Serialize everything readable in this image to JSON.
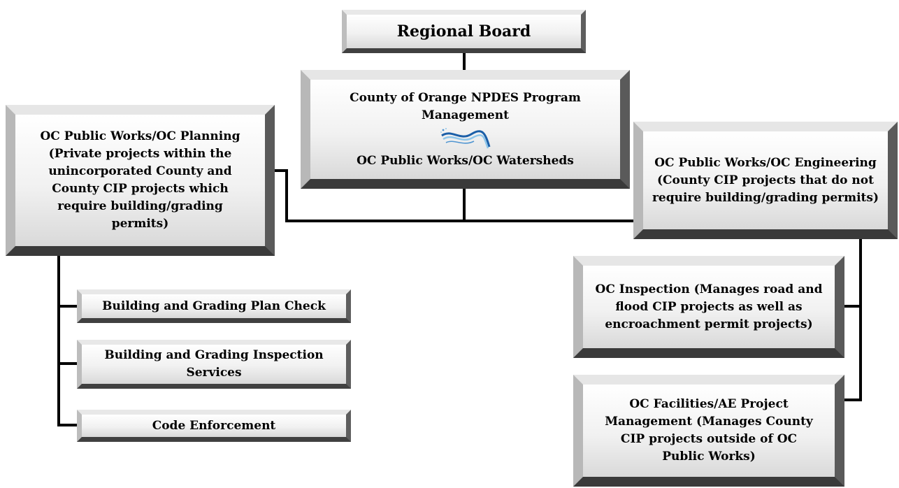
{
  "diagram": {
    "nodes": {
      "regional_board": "Regional Board",
      "npdes_top": "County of Orange NPDES Program Management",
      "npdes_bottom": "OC Public Works/OC Watersheds",
      "oc_planning": "OC Public Works/OC Planning (Private projects within the unincorporated County and County CIP projects which require building/grading permits)",
      "oc_engineering": "OC Public Works/OC Engineering (County CIP projects that do not require building/grading permits)",
      "plan_check": "Building and Grading Plan Check",
      "inspection_services": "Building and Grading Inspection Services",
      "code_enforcement": "Code Enforcement",
      "oc_inspection": "OC Inspection (Manages road and flood CIP projects as well as encroachment permit projects)",
      "oc_facilities": "OC Facilities/AE Project Management (Manages County CIP projects outside of OC Public Works)"
    },
    "logo_icon": "watershed-wave-logo",
    "colors": {
      "line": "#000000",
      "logo_dark": "#1b5fa8",
      "logo_light": "#8fc6ea"
    }
  }
}
